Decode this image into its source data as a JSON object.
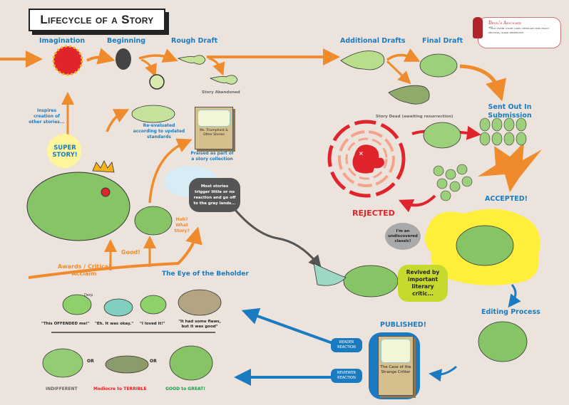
{
  "title": "Lifecycle of a Story",
  "colors": {
    "background": "#ece4dc",
    "stage_blue": "#1b7bc0",
    "arrow_orange": "#ef8b2c",
    "rejected_red": "#e0242b",
    "creature_green": "#9cd07a",
    "accepted_yellow": "#ffef3a",
    "good_green": "#16a04a"
  },
  "stages": {
    "imagination": "Imagination",
    "beginning": "Beginning",
    "rough_draft": "Rough Draft",
    "additional_drafts": "Additional Drafts",
    "final_draft": "Final Draft",
    "sent_out": "Sent Out In Submission",
    "accepted": "ACCEPTED!",
    "editing": "Editing Process",
    "published": "PUBLISHED!",
    "rejected": "REJECTED"
  },
  "notes": {
    "story_abandoned": "Story Abandoned",
    "story_dead": "Story Dead (awaiting resurrection)",
    "inspires": "Inspires creation of other stories...",
    "super_story": "SUPER STORY!",
    "re_evaluated": "Re-evaluated according to updated standards",
    "praised": "Praised as part of a story collection",
    "gray_lands": "Most stories trigger little or no reaction and go off to the gray lands...",
    "huh": "Huh? What Story?",
    "good": "Good!",
    "awards": "Awards / Critical Acclaim",
    "undiscovered": "I'm an undiscovered classic!",
    "revived": "Revived by important literary critic..."
  },
  "devils_advocate": {
    "heading": "Devil's Advocate",
    "body": "*Not every story goes through this exact process; some hibernate."
  },
  "books": {
    "collection": "Ms. Triumphant & Other Stories",
    "published": "The Case of the Strange Critter"
  },
  "reactions": {
    "reader": "READER REACTION",
    "reviewer": "REVIEWER REACTION"
  },
  "eye_of_beholder": {
    "heading": "The Eye of the Beholder",
    "derp": "Derp",
    "quotes": [
      "\"This OFFENDED me!\"",
      "\"Eh. It was okay.\"",
      "\"I loved it!\"",
      "\"It had some flaws, but it was good\""
    ]
  },
  "verdicts": {
    "indifferent": "INDIFFERENT",
    "or": "OR",
    "mediocre": "Mediocre to TERRIBLE",
    "good_great": "GOOD to GREAT!"
  }
}
